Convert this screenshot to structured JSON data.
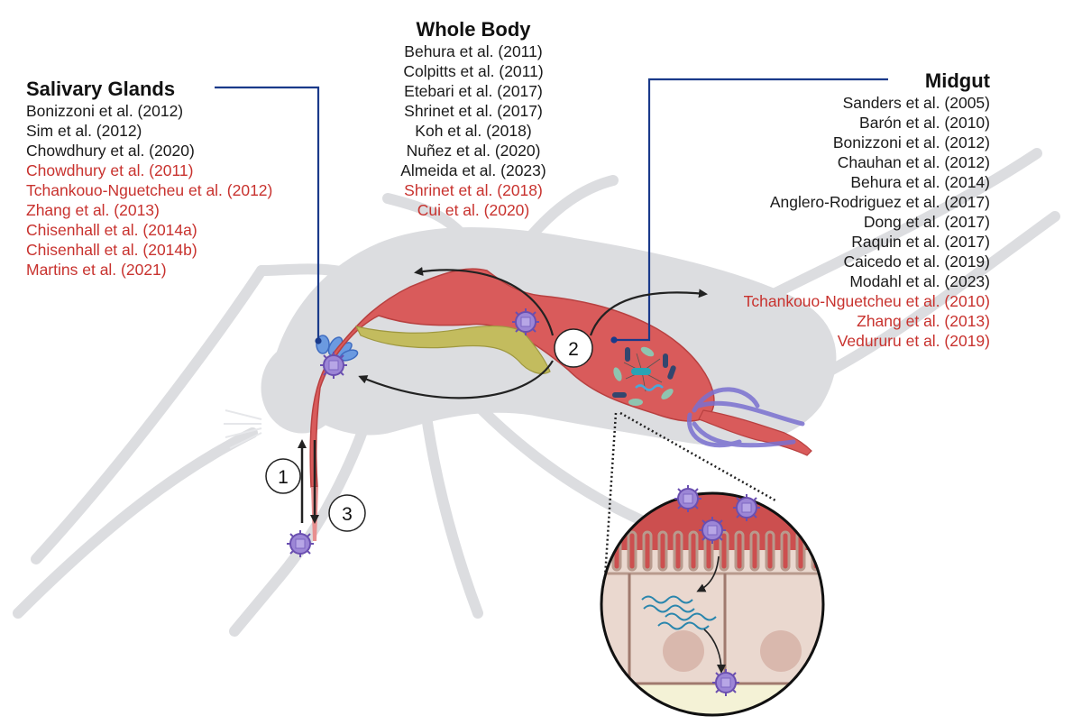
{
  "figure": {
    "salivary_glands": {
      "title": "Salivary Glands",
      "references": [
        {
          "text": "Bonizzoni et al. (2012)",
          "color": "black"
        },
        {
          "text": "Sim et al. (2012)",
          "color": "black"
        },
        {
          "text": "Chowdhury et al. (2020)",
          "color": "black"
        },
        {
          "text": "Chowdhury et al. (2011)",
          "color": "red"
        },
        {
          "text": "Tchankouo-Nguetcheu et al. (2012)",
          "color": "red"
        },
        {
          "text": "Zhang et al. (2013)",
          "color": "red"
        },
        {
          "text": "Chisenhall et al. (2014a)",
          "color": "red"
        },
        {
          "text": "Chisenhall et al. (2014b)",
          "color": "red"
        },
        {
          "text": "Martins et al. (2021)",
          "color": "red"
        }
      ]
    },
    "whole_body": {
      "title": "Whole Body",
      "references": [
        {
          "text": "Behura et al. (2011)",
          "color": "black"
        },
        {
          "text": "Colpitts et al. (2011)",
          "color": "black"
        },
        {
          "text": "Etebari et al. (2017)",
          "color": "black"
        },
        {
          "text": "Shrinet et al. (2017)",
          "color": "black"
        },
        {
          "text": "Koh et al. (2018)",
          "color": "black"
        },
        {
          "text": "Nuñez et al. (2020)",
          "color": "black"
        },
        {
          "text": "Almeida et al. (2023)",
          "color": "black"
        },
        {
          "text": "Shrinet et al. (2018)",
          "color": "red"
        },
        {
          "text": "Cui et al. (2020)",
          "color": "red"
        }
      ]
    },
    "midgut": {
      "title": "Midgut",
      "references": [
        {
          "text": "Sanders et al. (2005)",
          "color": "black"
        },
        {
          "text": "Barón et al. (2010)",
          "color": "black"
        },
        {
          "text": "Bonizzoni et al. (2012)",
          "color": "black"
        },
        {
          "text": "Chauhan et al. (2012)",
          "color": "black"
        },
        {
          "text": "Behura et al. (2014)",
          "color": "black"
        },
        {
          "text": "Anglero-Rodriguez et al. (2017)",
          "color": "black"
        },
        {
          "text": "Dong et al. (2017)",
          "color": "black"
        },
        {
          "text": "Raquin et al. (2017)",
          "color": "black"
        },
        {
          "text": "Caicedo et al. (2019)",
          "color": "black"
        },
        {
          "text": "Modahl et al. (2023)",
          "color": "black"
        },
        {
          "text": "Tchankouo-Nguetcheu et al. (2010)",
          "color": "red"
        },
        {
          "text": "Zhang et al. (2013)",
          "color": "red"
        },
        {
          "text": "Vedururu et al. (2019)",
          "color": "red"
        }
      ]
    },
    "steps": [
      "1",
      "2",
      "3"
    ],
    "colors": {
      "reference_black": "#1a1a1a",
      "reference_red": "#c8322e",
      "connector_blue": "#1a3a8a",
      "mosquito_silhouette": "#dcdde0",
      "gut_red": "#d95b5b",
      "gland_yellow": "#c3bc5e",
      "virus_purple": "#8a6fc7",
      "salivary_blue": "#5b8fd8",
      "malpighian_purple": "#7a70d0",
      "cell_beige": "#ead8cf",
      "basal_yellow": "#f4f2d6"
    }
  }
}
